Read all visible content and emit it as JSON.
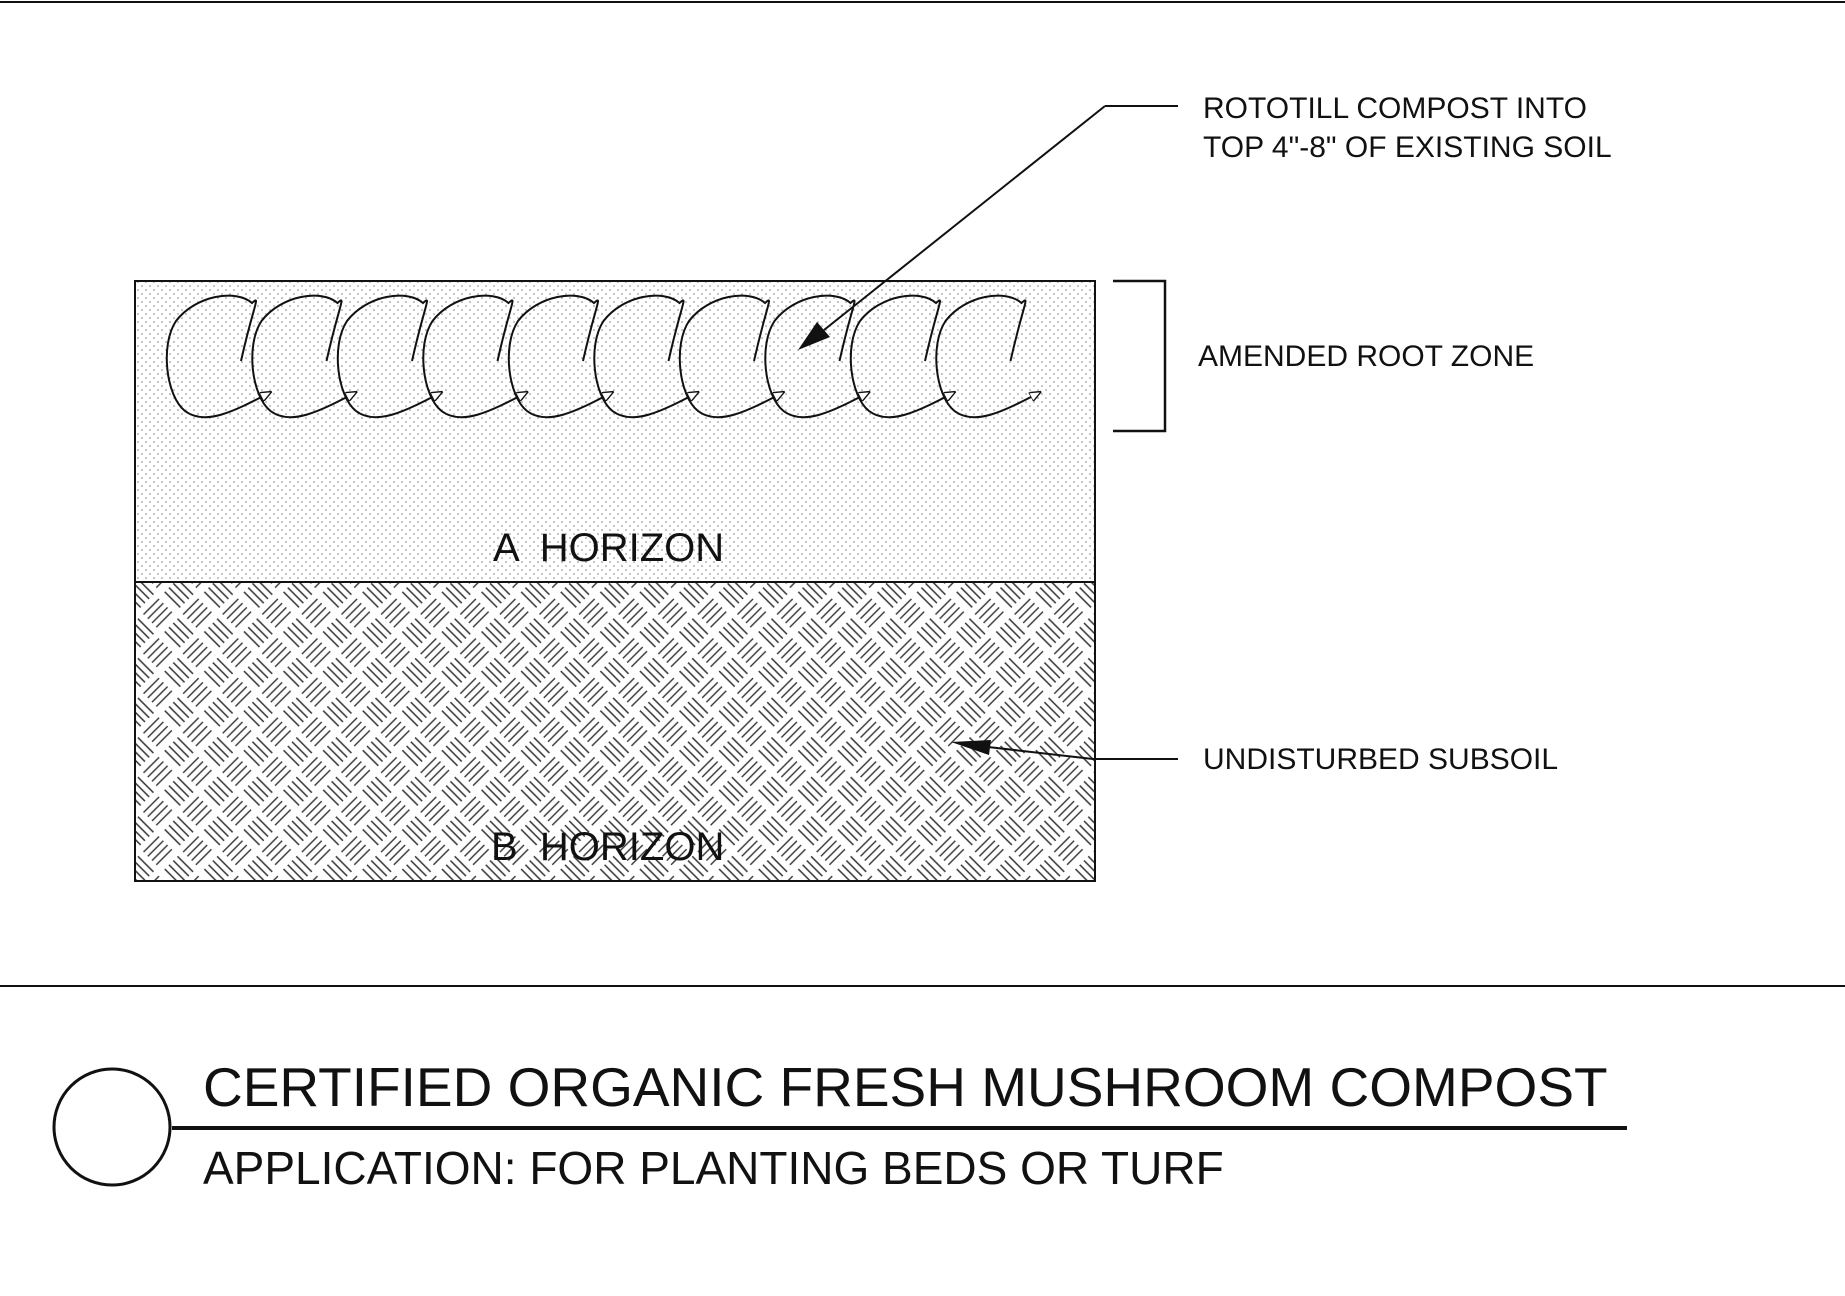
{
  "diagram": {
    "callouts": {
      "rototill_line1": "ROTOTILL COMPOST INTO",
      "rototill_line2": "TOP 4\"-8\" OF EXISTING SOIL",
      "root_zone": "AMENDED ROOT ZONE",
      "subsoil": "UNDISTURBED SUBSOIL"
    },
    "layers": {
      "a_horizon": "A  HORIZON",
      "b_horizon": "B  HORIZON"
    }
  },
  "title_block": {
    "title": "CERTIFIED ORGANIC FRESH MUSHROOM COMPOST",
    "subtitle": "APPLICATION: FOR PLANTING BEDS OR TURF"
  },
  "colors": {
    "line": "#111111",
    "background": "#ffffff"
  }
}
